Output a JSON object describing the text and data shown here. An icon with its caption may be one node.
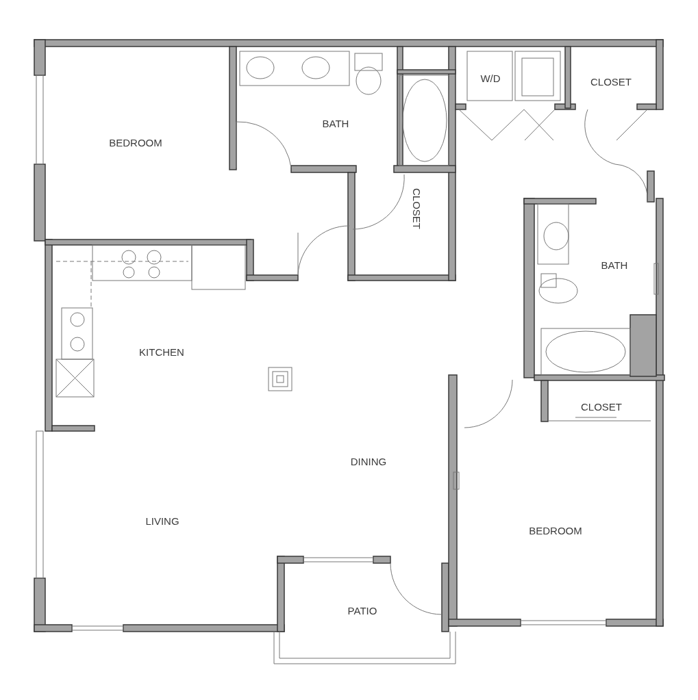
{
  "diagram": {
    "labels": [
      "BEDROOM",
      "BATH",
      "W/D",
      "CLOSET",
      "CLOSET",
      "BATH",
      "KITCHEN",
      "CLOSET",
      "DINING",
      "LIVING",
      "BEDROOM",
      "PATIO"
    ]
  }
}
